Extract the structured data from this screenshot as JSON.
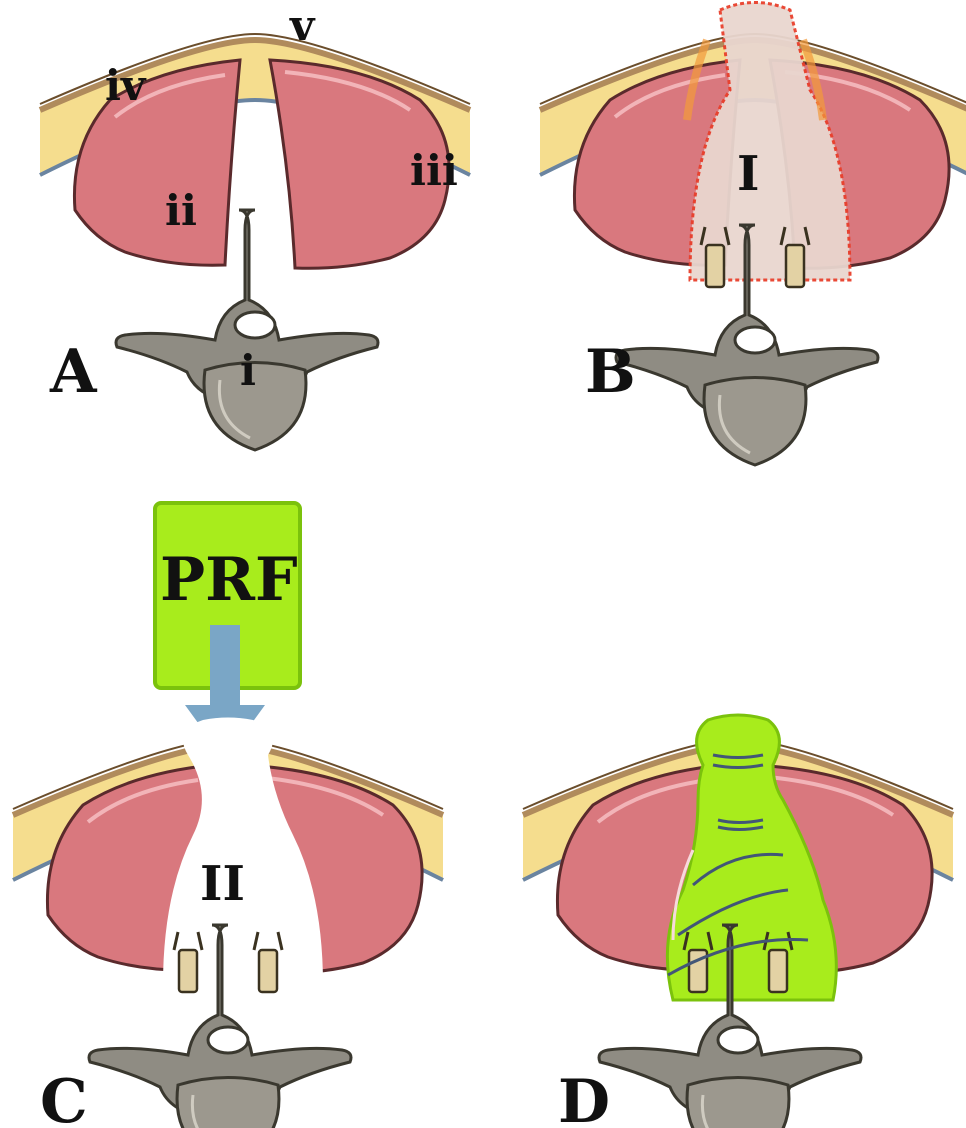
{
  "panels": {
    "a": {
      "letter": "A",
      "labels": {
        "vertebra": "i",
        "muscle": "ii",
        "fascia": "iii",
        "fat": "iv",
        "skin": "v"
      }
    },
    "b": {
      "letter": "B",
      "region_label": "I"
    },
    "c": {
      "letter": "C",
      "region_label": "II",
      "prf_label": "PRF"
    },
    "d": {
      "letter": "D"
    }
  },
  "colors": {
    "fat": "#f5dd8e",
    "muscle": "#d9787e",
    "skin": "#b08b5c",
    "fascia": "#6a84a0",
    "bone": "#8f8c83",
    "prf": "#a8ec1c",
    "arrow": "#7aa6c6",
    "inflammation": "#e8402c"
  }
}
